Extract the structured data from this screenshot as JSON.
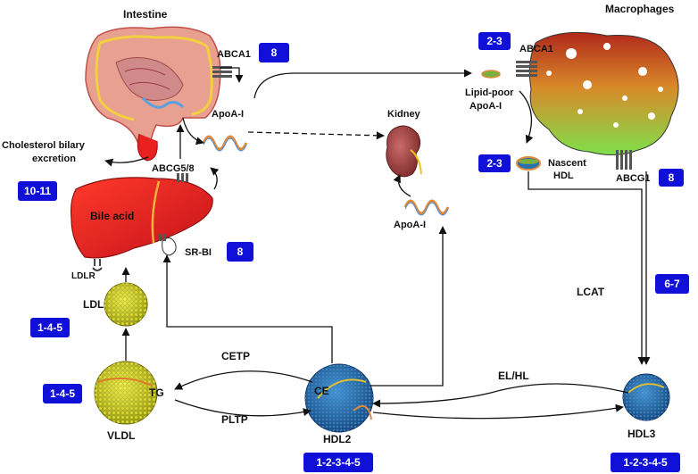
{
  "labels": {
    "intestine": "Intestine",
    "macrophages": "Macrophages",
    "kidney": "Kidney",
    "abca1_intestine": "ABCA1",
    "abca1_macrophage": "ABCA1",
    "abcg1": "ABCG1",
    "abcg58": "ABCG5/8",
    "apoai_intestine": "ApoA-I",
    "apoai_kidney": "ApoA-I",
    "lipid_poor_1": "Lipid-poor",
    "lipid_poor_2": "ApoA-I",
    "nascent_1": "Nascent",
    "nascent_2": "HDL",
    "cholesterol_1": "Cholesterol bilary",
    "cholesterol_2": "excretion",
    "bile_acid": "Bile acid",
    "srbi": "SR-BI",
    "ldlr": "LDLR",
    "ldl": "LDL",
    "vldl": "VLDL",
    "tg": "TG",
    "ce": "CE",
    "cetp": "CETP",
    "pltp": "PLTP",
    "hdl2": "HDL2",
    "hdl3": "HDL3",
    "lcat": "LCAT",
    "elhl": "EL/HL"
  },
  "badges": {
    "abca1_intestine": "8",
    "lipid_poor": "2-3",
    "nascent": "2-3",
    "abcg1": "8",
    "cholesterol": "10-11",
    "srbi": "8",
    "lcat": "6-7",
    "ldl": "1-4-5",
    "vldl": "1-4-5",
    "hdl2": "1-2-3-4-5",
    "hdl3": "1-2-3-4-5"
  },
  "colors": {
    "badge": "#1010d8",
    "liver": "#e31e1e",
    "ldl": "#d8d820",
    "hdl": "#2a6fb0"
  }
}
